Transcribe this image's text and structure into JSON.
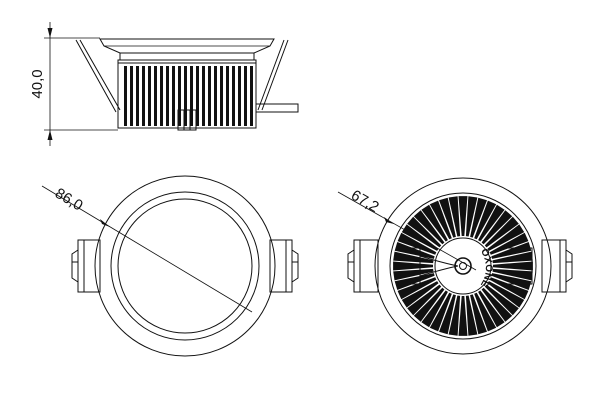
{
  "dimensions": {
    "height_label": "40,0",
    "outer_diameter_label": "86,0",
    "cutout_diameter_label": "67,2"
  },
  "brand_text": "OXONE"
}
